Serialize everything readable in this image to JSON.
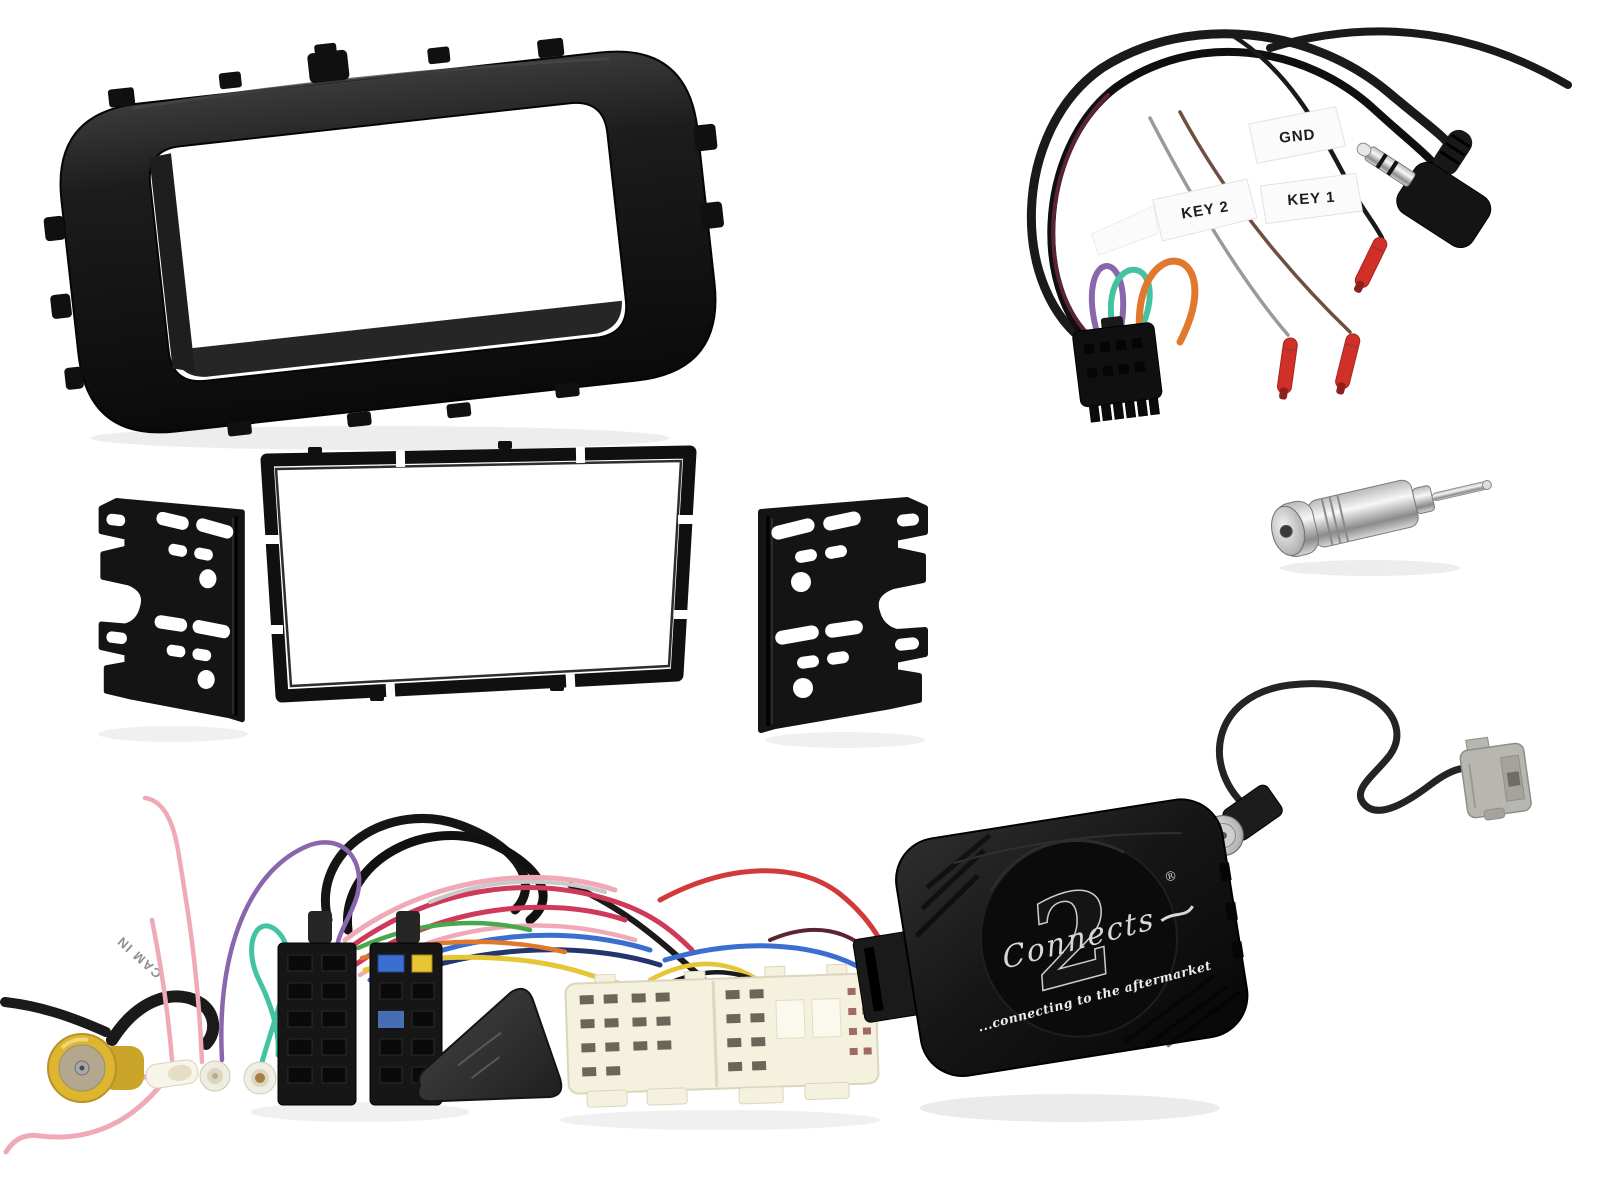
{
  "page": {
    "description": "Double DIN car stereo installation kit parts photographed on a white background"
  },
  "labels": {
    "gnd": "GND",
    "key1": "KEY 1",
    "key2": "KEY 2",
    "cam_in": "CAM IN"
  },
  "branding": {
    "logo_script": "Connects",
    "logo_numeral": "2",
    "registered_mark": "®",
    "tagline": "...connecting to the aftermarket"
  },
  "colors": {
    "background": "#ffffff",
    "plastic_black": "#141414",
    "wire_black": "#1a1a1a",
    "wire_grey": "#9a9a9a",
    "wire_light_grey": "#c9c9c9",
    "wire_brown": "#6e4f42",
    "wire_maroon": "#5a2430",
    "wire_purple": "#8a66ad",
    "wire_teal": "#43c3a2",
    "wire_orange": "#e0792e",
    "wire_pink": "#f0a9b6",
    "wire_crimson": "#cf3a5a",
    "wire_blue": "#3a6fd0",
    "wire_navy": "#23356e",
    "wire_yellow": "#e7c636",
    "wire_green": "#49a84c",
    "wire_red": "#d03a3a",
    "bullet_red": "#d03028",
    "rca_yellow": "#ddb52f",
    "connector_cream": "#f4f1df",
    "connector_grey": "#b8b6b0",
    "label_white": "#fbfbfb",
    "metal_silver": "#c9c9c9"
  },
  "parts": [
    "fascia-panel",
    "swc-patch-lead",
    "mounting-bracket-left",
    "din-cage-frame",
    "mounting-bracket-right",
    "aerial-adapter-iso-din",
    "aerial-adapter-gt13-cable",
    "main-wiring-harness",
    "swc-interface-box"
  ]
}
